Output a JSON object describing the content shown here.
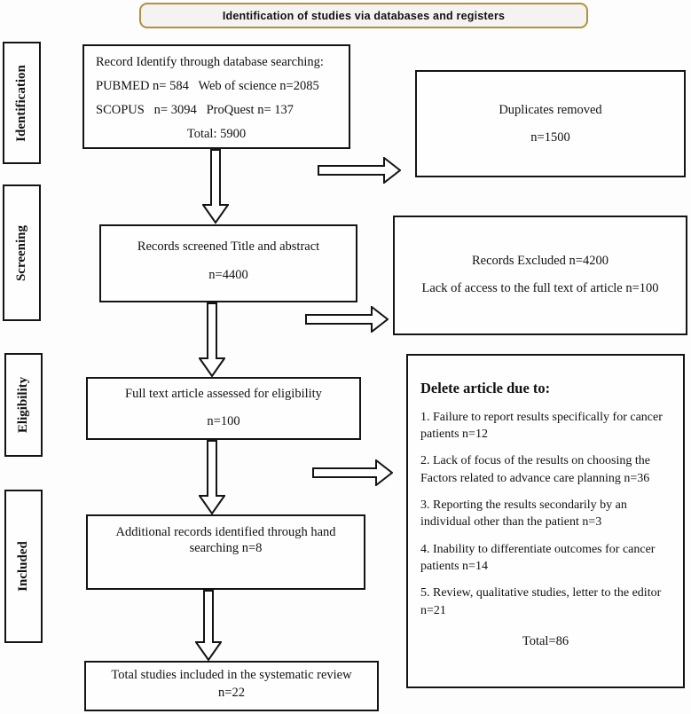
{
  "banner": {
    "title": "Identification of studies via databases and registers"
  },
  "sidebar": {
    "items": [
      {
        "label": "Identification"
      },
      {
        "label": "Screening"
      },
      {
        "label": "Eligibility"
      },
      {
        "label": "Included"
      }
    ]
  },
  "boxes": {
    "database_search": {
      "line1": "Record Identify through database searching:",
      "line2": "PUBMED n= 584   Web of science n=2085",
      "line3": "SCOPUS   n= 3094   ProQuest n= 137",
      "line4": "Total: 5900"
    },
    "duplicates": {
      "line1": "Duplicates removed",
      "line2": "n=1500"
    },
    "screened": {
      "line1": "Records screened Title and abstract",
      "line2": "n=4400"
    },
    "excluded": {
      "line1": "Records Excluded n=4200",
      "line2": "Lack of access to the full text of article n=100"
    },
    "full_text": {
      "line1": "Full text article assessed for eligibility",
      "line2": "n=100"
    },
    "delete_reasons": {
      "heading": "Delete article due to:",
      "items": [
        "1. Failure to report results specifically for cancer patients n=12",
        "2. Lack of focus of the results on choosing the Factors related to advance care planning n=36",
        "3. Reporting the results secondarily by an individual other than the patient n=3",
        "4. Inability to differentiate outcomes for cancer patients n=14",
        "5. Review, qualitative studies, letter to the editor n=21"
      ],
      "total": "Total=86"
    },
    "hand_search": {
      "line1": "Additional records identified through hand searching n=8"
    },
    "included_total": {
      "line1": "Total studies included in the systematic review",
      "line2": "n=22"
    }
  },
  "colors": {
    "banner_border": "#b3913a",
    "banner_fill": "#f4f3f1",
    "box_border": "#141414",
    "background": "#fdfdfd"
  }
}
